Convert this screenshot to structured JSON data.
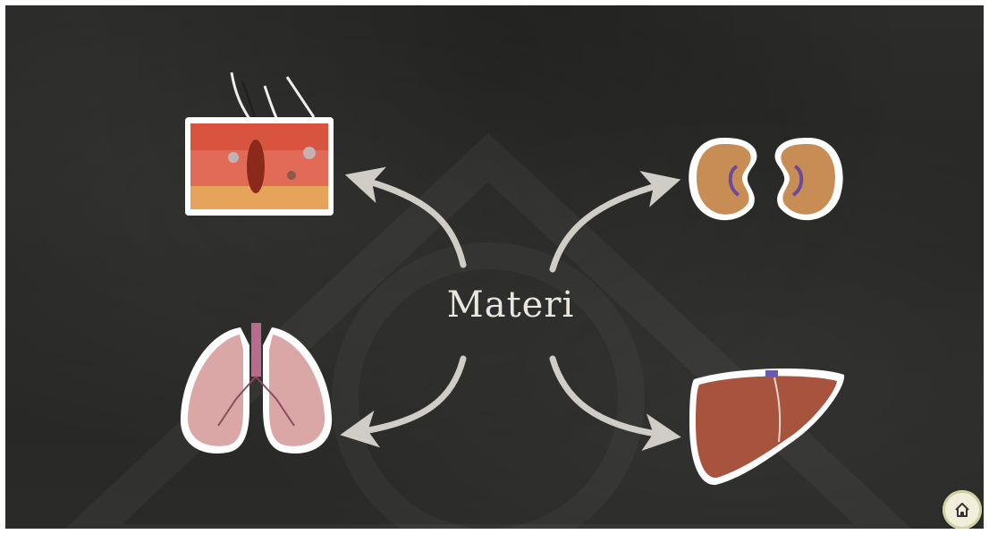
{
  "title": "Materi",
  "organs": [
    {
      "name": "skin",
      "icon": "skin-cross-section-icon"
    },
    {
      "name": "kidney",
      "icon": "kidneys-icon"
    },
    {
      "name": "lungs",
      "icon": "lungs-icon"
    },
    {
      "name": "liver",
      "icon": "liver-icon"
    }
  ],
  "home_button": {
    "icon": "home-icon"
  },
  "colors": {
    "board": "#2a2a28",
    "chalk": "#e9e7e0",
    "arrow": "#cfcdc5",
    "home_bg": "#f1efdc"
  }
}
